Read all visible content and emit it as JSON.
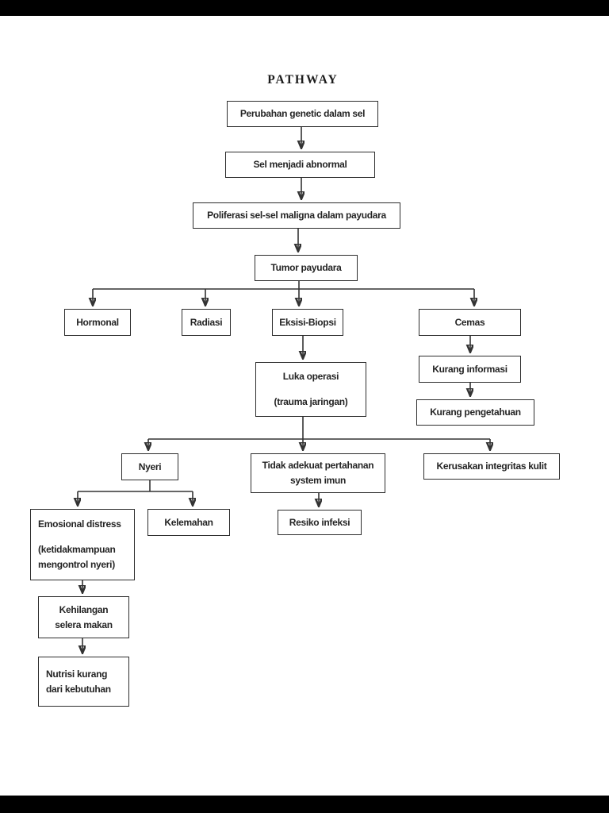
{
  "page": {
    "title": "PATHWAY"
  },
  "diagram_type": "flowchart",
  "colors": {
    "ink": "#242424",
    "border": "#2d2d2d",
    "line": "#333333",
    "page_bg": "#ffffff",
    "letterbox": "#000000"
  },
  "nodes": {
    "perubahan": {
      "label": "Perubahan genetic dalam sel"
    },
    "sel_abnormal": {
      "label": "Sel menjadi abnormal"
    },
    "poliferasi": {
      "label": "Poliferasi sel-sel maligna dalam payudara"
    },
    "tumor": {
      "label": "Tumor payudara"
    },
    "hormonal": {
      "label": "Hormonal"
    },
    "radiasi": {
      "label": "Radiasi"
    },
    "eksisi": {
      "label": "Eksisi-Biopsi"
    },
    "cemas": {
      "label": "Cemas"
    },
    "kurang_informasi": {
      "label": "Kurang informasi"
    },
    "kurang_pengetahuan": {
      "label": "Kurang pengetahuan"
    },
    "luka": {
      "line1": "Luka operasi",
      "line2": "(trauma jaringan)"
    },
    "nyeri": {
      "label": "Nyeri"
    },
    "tidak_adekuat": {
      "line1": "Tidak adekuat pertahanan",
      "line2": "system imun"
    },
    "kerusakan": {
      "label": "Kerusakan integritas kulit"
    },
    "resiko": {
      "label": "Resiko infeksi"
    },
    "emosional": {
      "line1": "Emosional distress",
      "line2": "(ketidakmampuan",
      "line3": "mengontrol nyeri)"
    },
    "kelemahan": {
      "label": "Kelemahan"
    },
    "kehilangan": {
      "line1": "Kehilangan",
      "line2": "selera makan"
    },
    "nutrisi": {
      "line1": "Nutrisi kurang",
      "line2": "dari kebutuhan"
    }
  },
  "edges": [
    {
      "from": "perubahan",
      "to": "sel_abnormal"
    },
    {
      "from": "sel_abnormal",
      "to": "poliferasi"
    },
    {
      "from": "poliferasi",
      "to": "tumor"
    },
    {
      "from": "tumor",
      "to": "hormonal"
    },
    {
      "from": "tumor",
      "to": "radiasi"
    },
    {
      "from": "tumor",
      "to": "eksisi"
    },
    {
      "from": "tumor",
      "to": "cemas"
    },
    {
      "from": "eksisi",
      "to": "luka"
    },
    {
      "from": "cemas",
      "to": "kurang_informasi"
    },
    {
      "from": "kurang_informasi",
      "to": "kurang_pengetahuan"
    },
    {
      "from": "luka",
      "to": "nyeri"
    },
    {
      "from": "luka",
      "to": "tidak_adekuat"
    },
    {
      "from": "luka",
      "to": "kerusakan"
    },
    {
      "from": "nyeri",
      "to": "emosional"
    },
    {
      "from": "nyeri",
      "to": "kelemahan"
    },
    {
      "from": "tidak_adekuat",
      "to": "resiko"
    },
    {
      "from": "emosional",
      "to": "kehilangan"
    },
    {
      "from": "kehilangan",
      "to": "nutrisi"
    }
  ]
}
